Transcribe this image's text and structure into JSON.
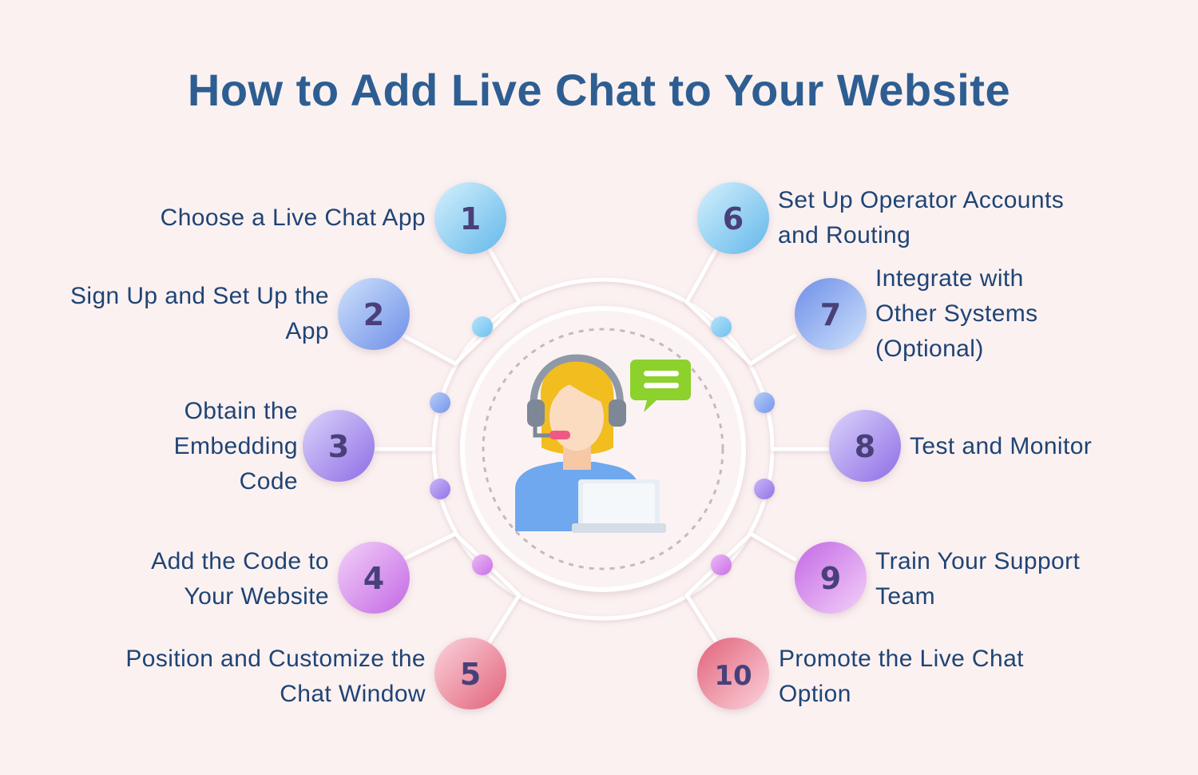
{
  "title": "How to Add Live Chat to Your Website",
  "steps": [
    {
      "number": "1",
      "label": "Choose a Live Chat App"
    },
    {
      "number": "2",
      "label": "Sign Up and Set Up the App"
    },
    {
      "number": "3",
      "label": "Obtain the Embedding Code"
    },
    {
      "number": "4",
      "label": "Add the Code to Your Website"
    },
    {
      "number": "5",
      "label": "Position and Customize the Chat Window"
    },
    {
      "number": "6",
      "label": "Set Up Operator Accounts and Routing"
    },
    {
      "number": "7",
      "label": "Integrate with Other Systems (Optional)"
    },
    {
      "number": "8",
      "label": "Test and Monitor"
    },
    {
      "number": "9",
      "label": "Train Your Support Team"
    },
    {
      "number": "10",
      "label": "Promote the Live Chat Option"
    }
  ],
  "colors": {
    "title": "#2e5e91",
    "label_text": "#1f4474",
    "number_text": "#4a3f7a",
    "background": "#fbf1f1",
    "connector": "#ffffff"
  },
  "center_icon": "customer-support-agent-with-chat-bubble-icon"
}
